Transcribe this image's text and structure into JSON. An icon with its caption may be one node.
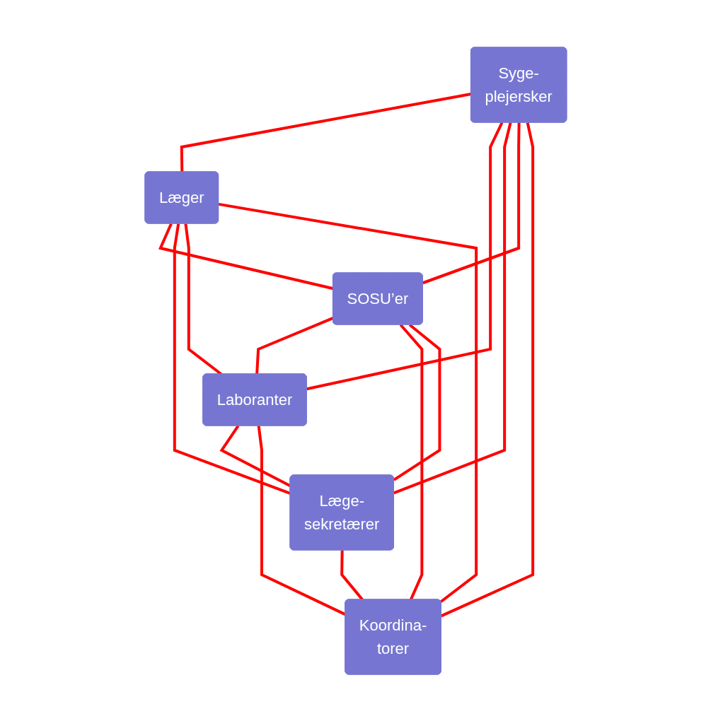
{
  "diagram": {
    "nodes": [
      {
        "text": [
          "Syge- plejersker"
        ]
      },
      {
        "text": [
          "Koordina- torer"
        ]
      },
      {
        "text": [
          "Læger"
        ]
      },
      {
        "text": [
          "Læge- sekretærer"
        ]
      },
      {
        "text": [
          "SOSU’er"
        ]
      },
      {
        "text": [
          "Laboranter"
        ]
      }
    ],
    "edges": [
      {
        "from": 0,
        "to": 2,
        "arrow": "none"
      },
      {
        "from": 2,
        "to": 4,
        "arrow": "none"
      },
      {
        "from": 4,
        "to": 5,
        "arrow": "none"
      },
      {
        "from": 5,
        "to": 3,
        "arrow": "none"
      },
      {
        "from": 3,
        "to": 1,
        "arrow": "none"
      },
      {
        "from": 1,
        "to": 0,
        "arrow": "none"
      },
      {
        "from": 0,
        "to": 5,
        "arrow": "none"
      },
      {
        "from": 0,
        "to": 3,
        "arrow": "none"
      },
      {
        "from": 0,
        "to": 4,
        "arrow": "none"
      },
      {
        "from": 1,
        "to": 2,
        "arrow": "none"
      },
      {
        "from": 3,
        "to": 4,
        "arrow": "none"
      },
      {
        "from": 1,
        "to": 4,
        "arrow": "none"
      },
      {
        "from": 2,
        "to": 3,
        "arrow": "none"
      },
      {
        "from": 1,
        "to": 5,
        "arrow": "none"
      },
      {
        "from": 2,
        "to": 5,
        "arrow": "none"
      }
    ]
  }
}
